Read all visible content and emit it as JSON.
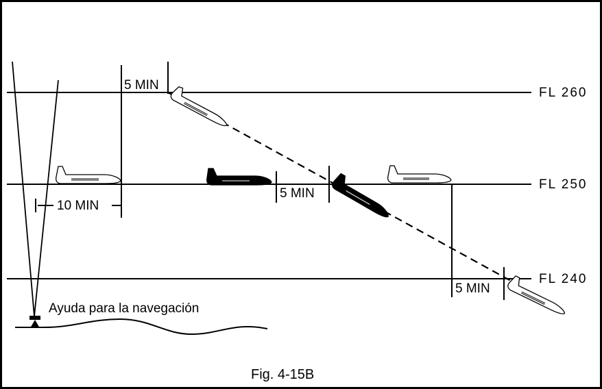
{
  "levels": {
    "fl260": "FL 260",
    "fl250": "FL 250",
    "fl240": "FL 240"
  },
  "intervals": {
    "top": "5 MIN",
    "middle": "5 MIN",
    "bottom": "5 MIN",
    "ten": "10 MIN"
  },
  "nav_aid": "Ayuda para la navegación",
  "caption": "Fig. 4-15B",
  "colors": {
    "line": "#000000",
    "background": "#ffffff"
  }
}
